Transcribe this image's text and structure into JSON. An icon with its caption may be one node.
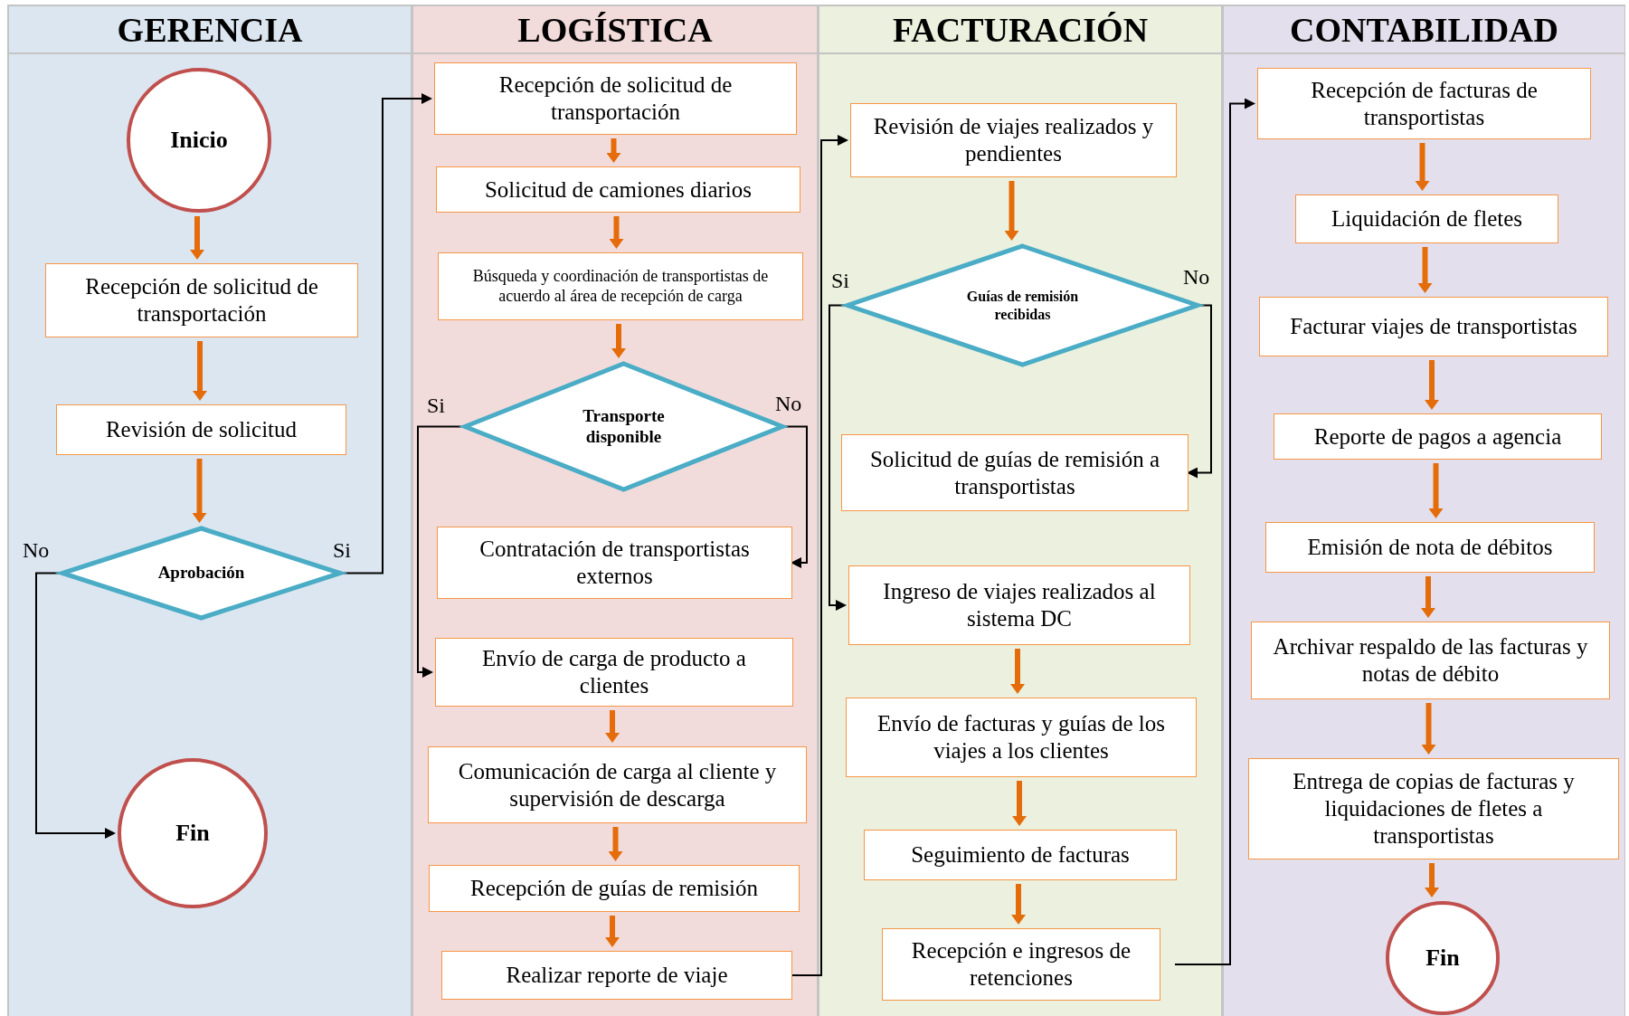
{
  "diagram": {
    "nodes": [
      {
        "text": [
          "GERENCIA"
        ]
      },
      {
        "text": [
          "Inicio"
        ],
        "in": 0
      },
      {
        "text": [
          "Recepción de solicitud de transportación"
        ],
        "in": 0
      },
      {
        "text": [
          "Revisión de solicitud"
        ],
        "in": 0
      },
      {
        "text": [
          "Aprobación"
        ],
        "in": 0
      },
      {
        "text": [
          "Fin"
        ],
        "in": 0
      },
      {
        "text": [
          "LOGÍSTICA"
        ]
      },
      {
        "text": [
          "Recepción de solicitud de transportación"
        ],
        "in": 6
      },
      {
        "text": [
          "Solicitud de camiones diarios"
        ],
        "in": 6
      },
      {
        "text": [
          "Búsqueda y coordinación de transportistas de acuerdo al área de recepción de carga"
        ],
        "in": 6
      },
      {
        "text": [
          "Transporte disponible"
        ],
        "in": 6
      },
      {
        "text": [
          "Contratación de transportistas externos"
        ],
        "in": 6
      },
      {
        "text": [
          "Envío de carga de producto a clientes"
        ],
        "in": 6
      },
      {
        "text": [
          "Comunicación de carga al cliente y supervisión de descarga"
        ],
        "in": 6
      },
      {
        "text": [
          "Recepción de guías de remisión"
        ],
        "in": 6
      },
      {
        "text": [
          "Realizar reporte de viaje"
        ],
        "in": 6
      },
      {
        "text": [
          "FACTURACIÓN"
        ]
      },
      {
        "text": [
          "Revisión de viajes realizados y pendientes"
        ],
        "in": 16
      },
      {
        "text": [
          "Guías de remisión recibidas"
        ],
        "in": 16
      },
      {
        "text": [
          "Solicitud de guías de remisión a transportistas"
        ],
        "in": 16
      },
      {
        "text": [
          "Ingreso de viajes realizados al sistema DC"
        ],
        "in": 16
      },
      {
        "text": [
          "Envío de facturas y guías de los viajes a los clientes"
        ],
        "in": 16
      },
      {
        "text": [
          "Seguimiento de facturas"
        ],
        "in": 16
      },
      {
        "text": [
          "Recepción e ingresos de retenciones"
        ],
        "in": 16
      },
      {
        "text": [
          "CONTABILIDAD"
        ]
      },
      {
        "text": [
          "Recepción de facturas de transportistas"
        ],
        "in": 24
      },
      {
        "text": [
          "Liquidación de fletes"
        ],
        "in": 24
      },
      {
        "text": [
          "Facturar viajes de transportistas"
        ],
        "in": 24
      },
      {
        "text": [
          "Reporte de pagos a agencia"
        ],
        "in": 24
      },
      {
        "text": [
          "Emisión de nota de débitos"
        ],
        "in": 24
      },
      {
        "text": [
          "Archivar respaldo de las facturas y notas de débito"
        ],
        "in": 24
      },
      {
        "text": [
          "Entrega de copias de facturas y liquidaciones de fletes a transportistas"
        ],
        "in": 24
      },
      {
        "text": [
          "Fin"
        ],
        "in": 24
      }
    ],
    "edges": [
      {
        "from": 1,
        "to": 2,
        "arrow": "to"
      },
      {
        "from": 2,
        "to": 3,
        "arrow": "to"
      },
      {
        "from": 3,
        "to": 4,
        "arrow": "to"
      },
      {
        "from": 4,
        "to": 7,
        "arrow": "to",
        "label": "Si",
        "color": "#000000"
      },
      {
        "from": 4,
        "to": 5,
        "arrow": "to",
        "label": "No",
        "color": "#000000"
      },
      {
        "from": 7,
        "to": 8,
        "arrow": "to"
      },
      {
        "from": 8,
        "to": 9,
        "arrow": "to"
      },
      {
        "from": 9,
        "to": 10,
        "arrow": "to"
      },
      {
        "from": 10,
        "to": 12,
        "arrow": "to",
        "label": "Si",
        "color": "#000000"
      },
      {
        "from": 10,
        "to": 11,
        "arrow": "to",
        "label": "No",
        "color": "#000000"
      },
      {
        "from": 12,
        "to": 13,
        "arrow": "to"
      },
      {
        "from": 13,
        "to": 14,
        "arrow": "to"
      },
      {
        "from": 14,
        "to": 15,
        "arrow": "to"
      },
      {
        "from": 15,
        "to": 17,
        "arrow": "to",
        "color": "#000000"
      },
      {
        "from": 17,
        "to": 18,
        "arrow": "to"
      },
      {
        "from": 18,
        "to": 20,
        "arrow": "to",
        "label": "Si",
        "color": "#000000"
      },
      {
        "from": 18,
        "to": 19,
        "arrow": "to",
        "label": "No",
        "color": "#000000"
      },
      {
        "from": 20,
        "to": 21,
        "arrow": "to"
      },
      {
        "from": 21,
        "to": 22,
        "arrow": "to"
      },
      {
        "from": 22,
        "to": 23,
        "arrow": "to"
      },
      {
        "from": 23,
        "to": 25,
        "arrow": "to",
        "color": "#000000"
      },
      {
        "from": 25,
        "to": 26,
        "arrow": "to"
      },
      {
        "from": 26,
        "to": 27,
        "arrow": "to"
      },
      {
        "from": 27,
        "to": 28,
        "arrow": "to"
      },
      {
        "from": 28,
        "to": 29,
        "arrow": "to"
      },
      {
        "from": 29,
        "to": 30,
        "arrow": "to"
      },
      {
        "from": 30,
        "to": 31,
        "arrow": "to"
      },
      {
        "from": 31,
        "to": 32,
        "arrow": "to"
      }
    ]
  }
}
